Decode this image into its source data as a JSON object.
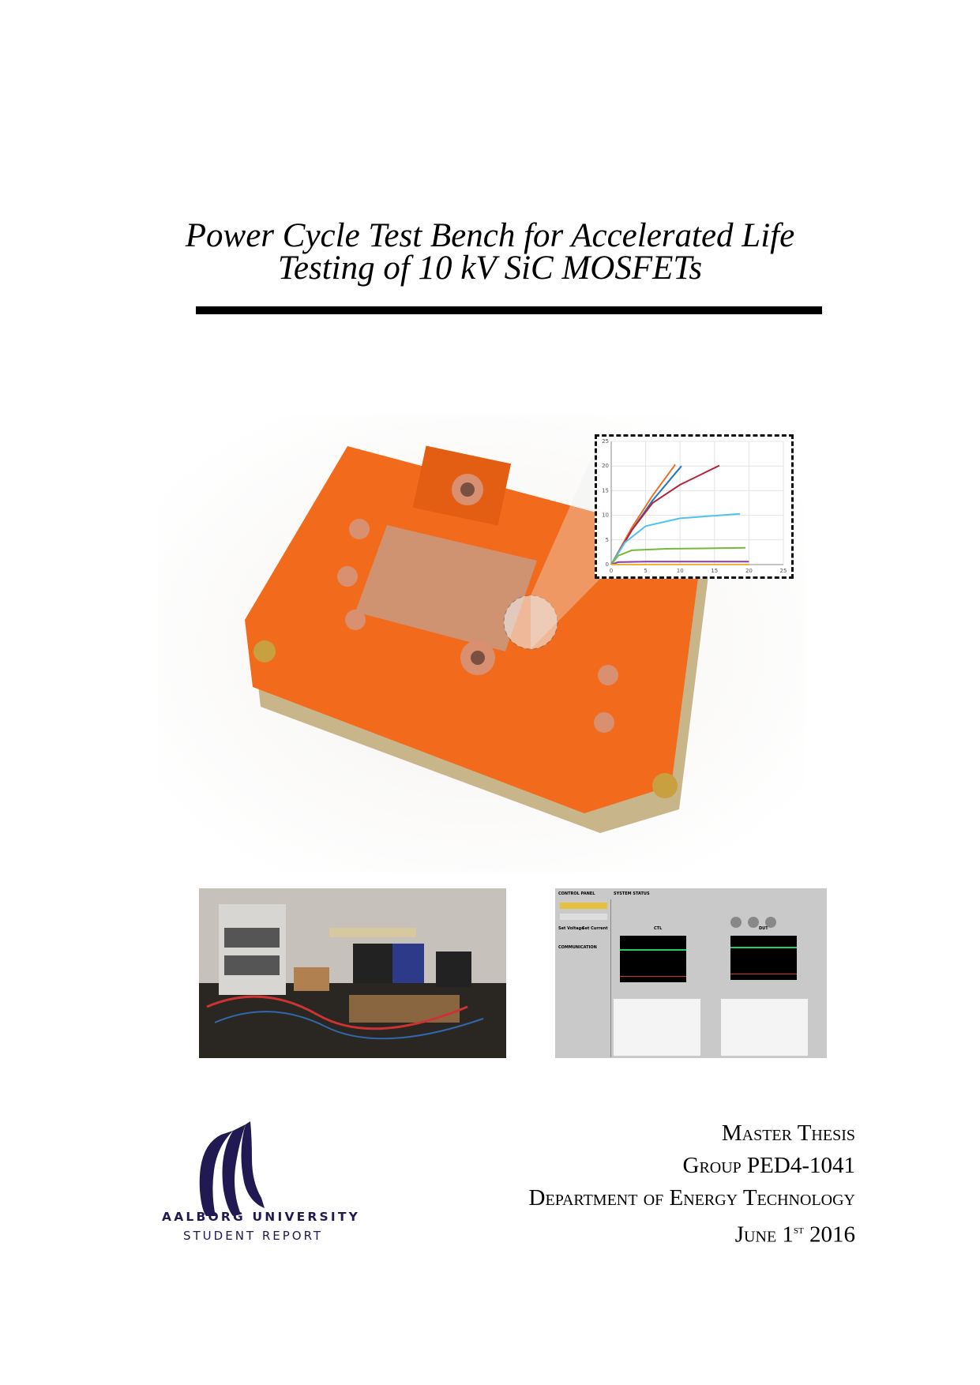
{
  "title": {
    "line1": "Power Cycle Test Bench for Accelerated Life",
    "line2": "Testing of 10 kV SiC MOSFETs"
  },
  "inset_chart": {
    "type": "line",
    "x_ticks": [
      "0",
      "5",
      "10",
      "15",
      "20",
      "25"
    ],
    "y_ticks": [
      "0",
      "5",
      "10",
      "15",
      "20",
      "25"
    ],
    "xlim": [
      0,
      25
    ],
    "ylim": [
      0,
      25
    ],
    "grid": true,
    "series": [
      {
        "color": "#e8702a",
        "points": [
          [
            0,
            0
          ],
          [
            3,
            7.5
          ],
          [
            6,
            14
          ],
          [
            9.3,
            20.3
          ]
        ]
      },
      {
        "color": "#1f77c4",
        "points": [
          [
            0,
            0
          ],
          [
            3,
            7
          ],
          [
            6,
            13
          ],
          [
            10.2,
            20
          ]
        ]
      },
      {
        "color": "#b5263a",
        "points": [
          [
            0,
            0
          ],
          [
            3,
            7
          ],
          [
            6,
            12.5
          ],
          [
            10,
            16.2
          ],
          [
            15.7,
            20.1
          ]
        ]
      },
      {
        "color": "#4fc3f0",
        "points": [
          [
            0,
            0
          ],
          [
            2,
            4.5
          ],
          [
            5,
            7.8
          ],
          [
            10,
            9.4
          ],
          [
            18.7,
            10.3
          ]
        ]
      },
      {
        "color": "#78b83a",
        "points": [
          [
            0,
            0
          ],
          [
            1,
            1.8
          ],
          [
            3,
            2.9
          ],
          [
            8,
            3.2
          ],
          [
            19.5,
            3.4
          ]
        ]
      },
      {
        "color": "#8a3fa0",
        "points": [
          [
            0,
            0
          ],
          [
            1,
            0.5
          ],
          [
            5,
            0.6
          ],
          [
            20,
            0.6
          ]
        ]
      },
      {
        "color": "#f2b233",
        "points": [
          [
            0,
            0
          ],
          [
            20,
            0
          ]
        ]
      }
    ]
  },
  "labview": {
    "control_panel": "CONTROL PANEL",
    "system_status": "SYSTEM STATUS",
    "ctl": "CTL",
    "dut": "DUT",
    "set_voltage": "Set Voltage",
    "set_current": "Set Current",
    "communication": "COMMUNICATION"
  },
  "logo": {
    "university": "AALBORG UNIVERSITY",
    "subtitle": "STUDENT REPORT",
    "color": "#211a52"
  },
  "meta": {
    "type": "Master Thesis",
    "group": "Group PED4-1041",
    "department": "Department of Energy Technology",
    "date_prefix": "June 1",
    "date_sup": "st",
    "date_year": " 2016"
  }
}
